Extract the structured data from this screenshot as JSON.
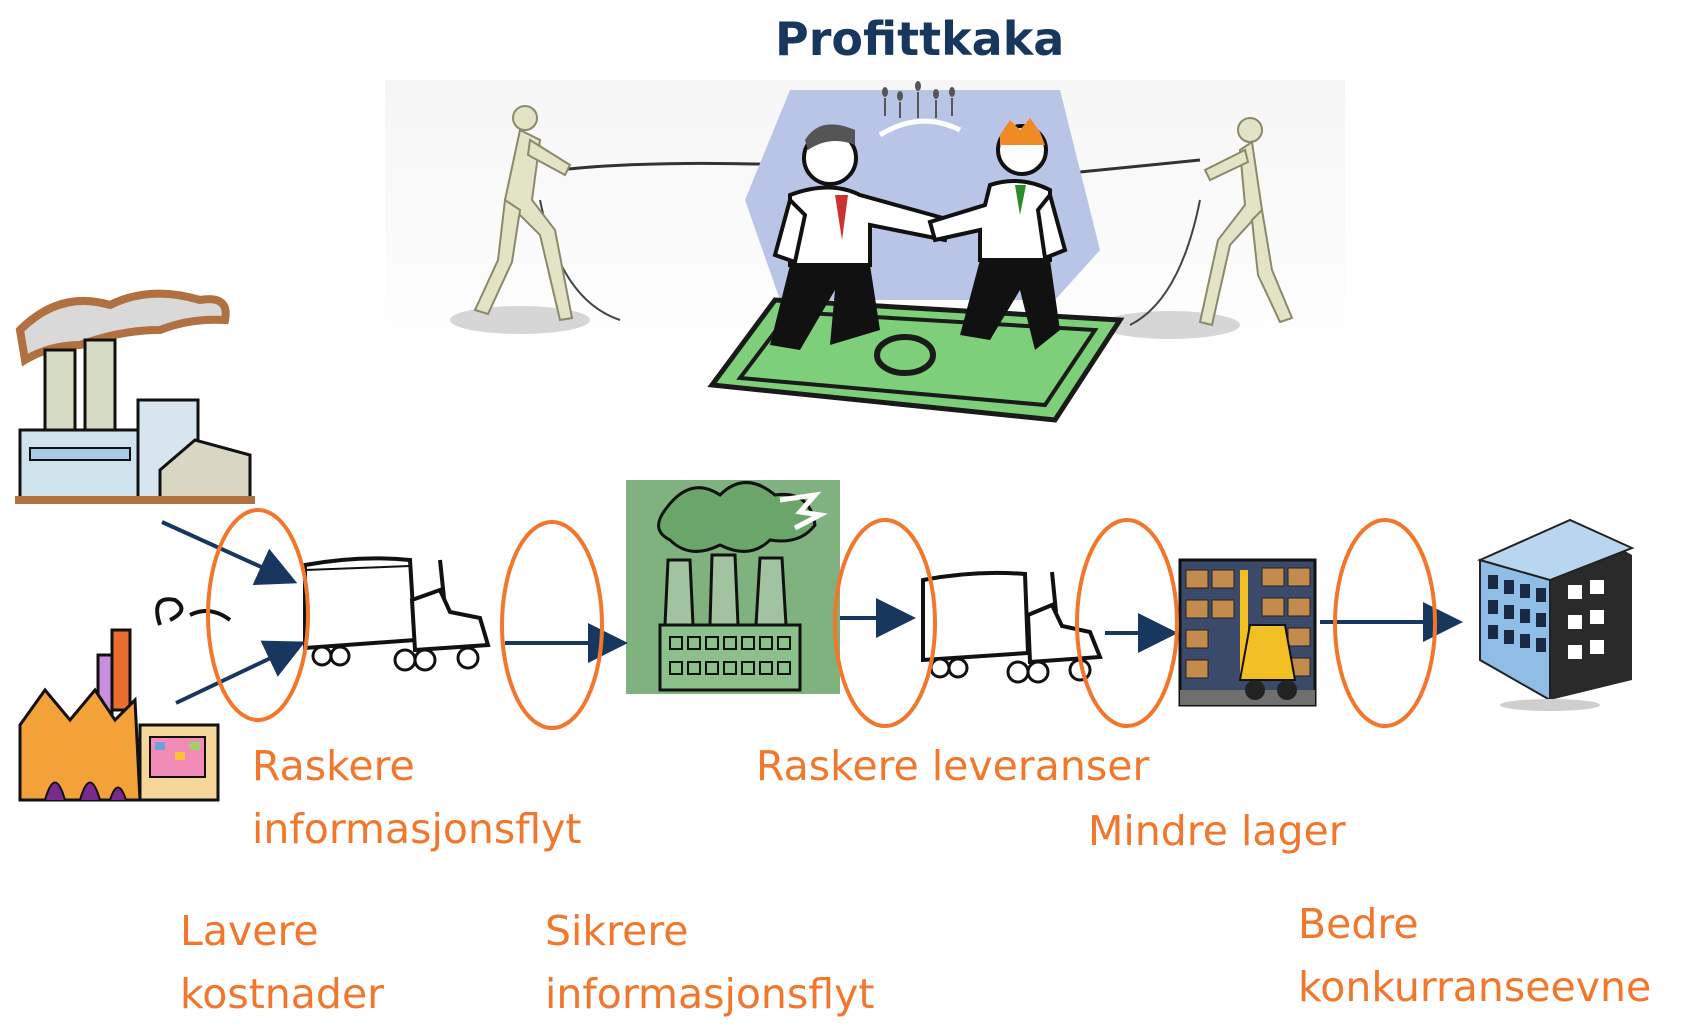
{
  "title": "Profittkaka",
  "labels": {
    "raskere_info": [
      "Raskere",
      "informasjonsflyt"
    ],
    "raskere_leveranser": "Raskere leveranser",
    "mindre_lager": "Mindre lager",
    "lavere_kostnader": [
      "Lavere",
      "kostnader"
    ],
    "sikrere_info": [
      "Sikrere",
      "informasjonsflyt"
    ],
    "bedre_konkurranse": [
      "Bedre",
      "konkurranseevne"
    ]
  },
  "colors": {
    "accent_orange": "#f0772c",
    "title_navy": "#17375e",
    "arrow_navy": "#17375e"
  },
  "icons": [
    "factory-smoke-icon",
    "factory-colorful-icon",
    "truck-icon",
    "green-factory-icon",
    "truck-icon",
    "warehouse-forklift-icon",
    "office-building-icon",
    "tug-of-war-handshake-illustration"
  ]
}
